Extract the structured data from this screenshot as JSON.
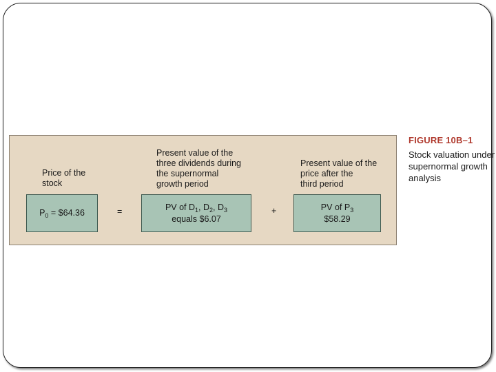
{
  "figure": {
    "number": "FIGURE 10B–1",
    "caption": "Stock valuation under\nsupernormal growth\nanalysis"
  },
  "labels": {
    "price": "Price of the\nstock",
    "pv_dividends": "Present value of the\nthree dividends during\nthe supernormal\ngrowth period",
    "pv_price": "Present value of the\nprice after the\nthird period"
  },
  "boxes": {
    "price": {
      "symbol": "P",
      "subscript": "0",
      "text": " = $64.36"
    },
    "dividends": {
      "prefix": "PV of D",
      "sub1": "1",
      "sep1": ", D",
      "sub2": "2",
      "sep2": ", D",
      "sub3": "3",
      "line2": "equals $6.07"
    },
    "future_price": {
      "prefix": "PV of P",
      "subscript": "3",
      "line2": "$58.29"
    }
  },
  "operators": {
    "equals": "=",
    "plus": "+"
  },
  "colors": {
    "panel": "#e6d8c3",
    "box": "#a8c4b5",
    "figure_number": "#b03a2e"
  }
}
